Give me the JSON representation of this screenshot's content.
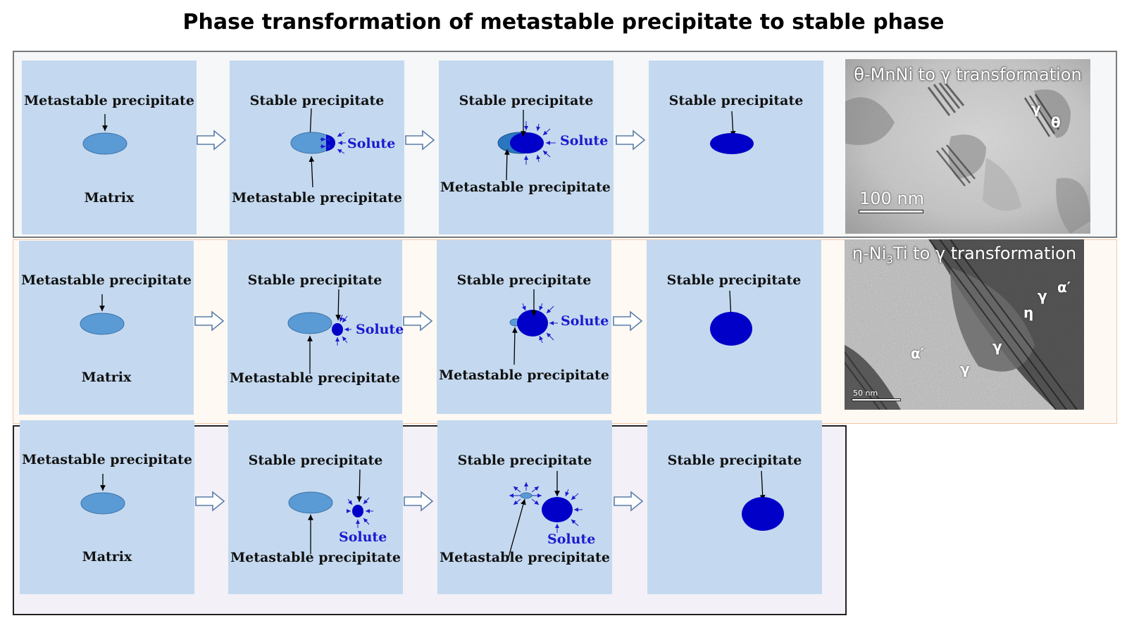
{
  "title": "Phase transformation of metastable precipitate to stable phase",
  "labels": {
    "metastable_precipitate": "Metastable precipitate",
    "stable_precipitate": "Stable precipitate",
    "matrix": "Matrix",
    "solute": "Solute"
  },
  "tem_images": [
    {
      "title": "θ-MnNi to γ transformation",
      "labels": [
        "γ",
        "θ"
      ],
      "scale_bar": "100 nm"
    },
    {
      "title_pre": "η-Ni",
      "title_sub": "3",
      "title_post": "Ti to γ transformation",
      "labels": [
        "γ",
        "α′",
        "η",
        "γ",
        "α′",
        "γ"
      ],
      "scale_bar": "50 nm"
    }
  ],
  "colors": {
    "panel": "#c4d9ef",
    "metastable": "#5b9bd5",
    "stable": "#0000c8",
    "solute_text": "#1a1acf"
  }
}
